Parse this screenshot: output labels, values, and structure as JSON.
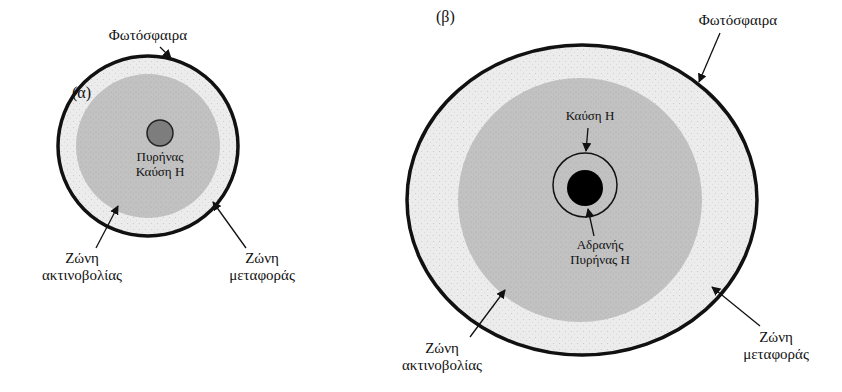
{
  "diagram": {
    "labels": [
      "(α)",
      "Φωτόσφαιρα",
      "Πυρήνας Καύση H",
      "Ζώνη ακτινοβολίας",
      "Ζώνη μεταφοράς",
      "(β)",
      "Φωτόσφαιρα",
      "Καύση H",
      "Αδρανής Πυρήνας H",
      "Ζώνη ακτινοβολίας",
      "Ζώνη μεταφοράς"
    ]
  }
}
